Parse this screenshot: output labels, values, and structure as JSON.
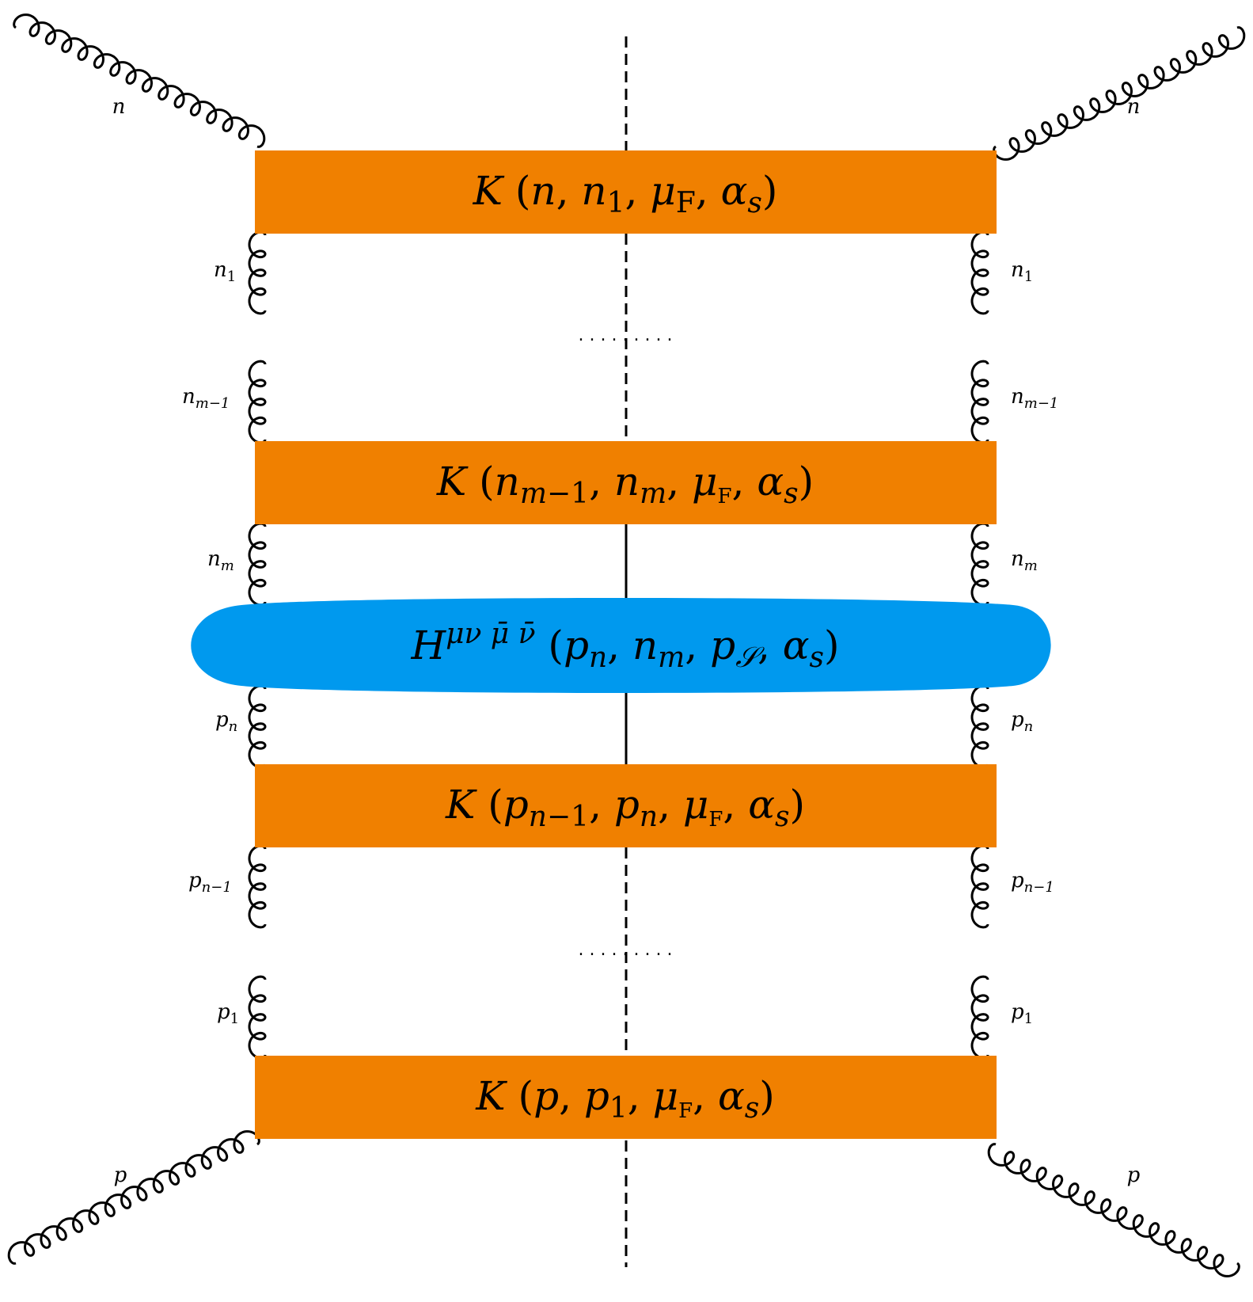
{
  "colors": {
    "kernel": "#F08000",
    "hard": "#0099EE",
    "line": "#000000"
  },
  "kernels": [
    {
      "name": "K",
      "args": [
        "n",
        "n_1",
        "μ_F",
        "α_s"
      ]
    },
    {
      "name": "K",
      "args": [
        "n_{m−1}",
        "n_m",
        "μ_F",
        "α_s"
      ]
    },
    {
      "name": "K",
      "args": [
        "p_{n−1}",
        "p_n",
        "μ_F",
        "α_s"
      ]
    },
    {
      "name": "K",
      "args": [
        "p",
        "p_1",
        "μ_F",
        "α_s"
      ]
    }
  ],
  "hard": {
    "name": "H",
    "superscript": "μν μ̄ ν̄",
    "args": [
      "p_n",
      "n_m",
      "p_S",
      "α_s"
    ]
  },
  "gluon_labels": {
    "top": "n",
    "n1": "n",
    "n1_sub": "1",
    "nm1": "n",
    "nm1_sub": "m−1",
    "nm": "n",
    "nm_sub": "m",
    "pn": "p",
    "pn_sub": "n",
    "pn1": "p",
    "pn1_sub": "n−1",
    "p1": "p",
    "p1_sub": "1",
    "bottom": "p"
  },
  "ellipsis": ". . . . . . . . ."
}
